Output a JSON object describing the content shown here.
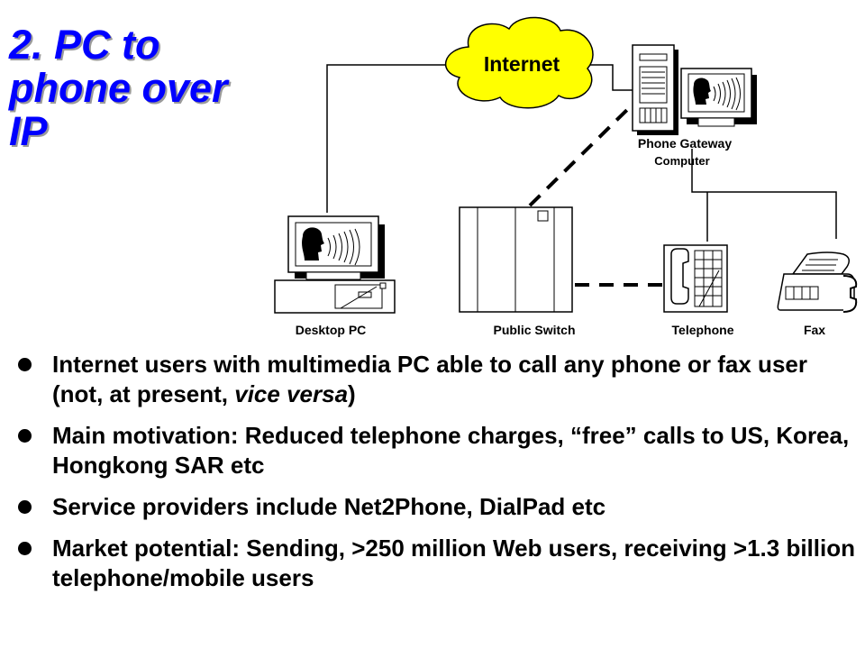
{
  "title": {
    "line1": "2.  PC to",
    "line2": "phone over",
    "line3": "IP"
  },
  "diagram": {
    "cloud_label": "Internet",
    "gateway_label": "Phone Gateway",
    "gateway_sublabel": "Computer",
    "desktop_label": "Desktop PC",
    "switch_label": "Public Switch",
    "telephone_label": "Telephone",
    "fax_label": "Fax"
  },
  "bullets": [
    {
      "pre": "Internet users with multimedia PC able to call any phone or fax user (not, at present, ",
      "em": "vice versa",
      "post": ")"
    },
    {
      "text": "Main motivation: Reduced telephone charges, “free” calls to US,  Korea, Hongkong SAR etc"
    },
    {
      "text": "Service providers include Net2Phone, DialPad etc"
    },
    {
      "text": "Market potential: Sending, >250 million Web users, receiving >1.3 billion telephone/mobile users"
    }
  ],
  "colors": {
    "title": "#0000ff",
    "cloud": "#ffff00",
    "text": "#000000"
  }
}
